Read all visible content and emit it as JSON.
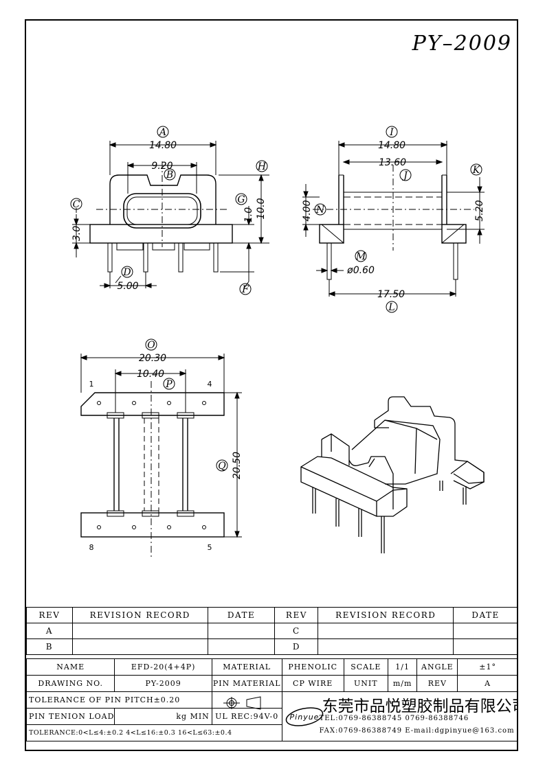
{
  "title": "PY–2009",
  "top_left": {
    "dim_a": "14.80",
    "dim_b": "9.20",
    "dim_c": "3.0",
    "dim_d": "5.00",
    "dim_g": "1.0",
    "dim_h": "10.0",
    "labels": [
      "A",
      "B",
      "C",
      "D",
      "F",
      "G",
      "H"
    ]
  },
  "top_right": {
    "dim_i": "14.80",
    "dim_j": "13.60",
    "dim_k": "5.20",
    "dim_l": "17.50",
    "dim_m": "ø0.60",
    "dim_n": "4.00",
    "labels": [
      "I",
      "J",
      "K",
      "L",
      "M",
      "N"
    ]
  },
  "bottom_left": {
    "dim_o": "20.30",
    "dim_p": "10.40",
    "dim_q": "20.50",
    "labels": [
      "O",
      "P",
      "Q"
    ],
    "pin_numbers": [
      "1",
      "4",
      "8",
      "5"
    ]
  },
  "revision_table": {
    "headers": [
      "REV",
      "REVISION RECORD",
      "DATE",
      "REV",
      "REVISION RECORD",
      "DATE"
    ],
    "rows": [
      [
        "A",
        "",
        "",
        "C",
        "",
        ""
      ],
      [
        "B",
        "",
        "",
        "D",
        "",
        ""
      ]
    ]
  },
  "title_block": {
    "name_label": "NAME",
    "name_value": "EFD-20(4+4P)",
    "material_label": "MATERIAL",
    "material_value": "PHENOLIC",
    "scale_label": "SCALE",
    "scale_value": "1/1",
    "angle_label": "ANGLE",
    "angle_value": "±1°",
    "drawing_no_label": "DRAWING NO.",
    "drawing_no_value": "PY-2009",
    "pin_material_label": "PIN MATERIAL",
    "pin_material_value": "CP WIRE",
    "unit_label": "UNIT",
    "unit_value": "m/m",
    "rev_label": "REV",
    "rev_value": "A",
    "tolerance_pitch": "TOLERANCE OF PIN PITCH±0.20",
    "pin_tension_label": "PIN TENION LOAD",
    "pin_tension_unit": "kg MIN",
    "ul_rec": "UL REC:94V-0",
    "tolerance_ranges": "TOLERANCE:0<L≤4:±0.2  4<L≤16:±0.3  16<L≤63:±0.4",
    "company_name": "东莞市品悦塑胶制品有限公司",
    "company_tel": "TEL:0769-86388745    0769-86388746",
    "company_fax": "FAX:0769-86388749   E-mail:dgpinyue@163.com",
    "logo_text": "Pinyue"
  }
}
